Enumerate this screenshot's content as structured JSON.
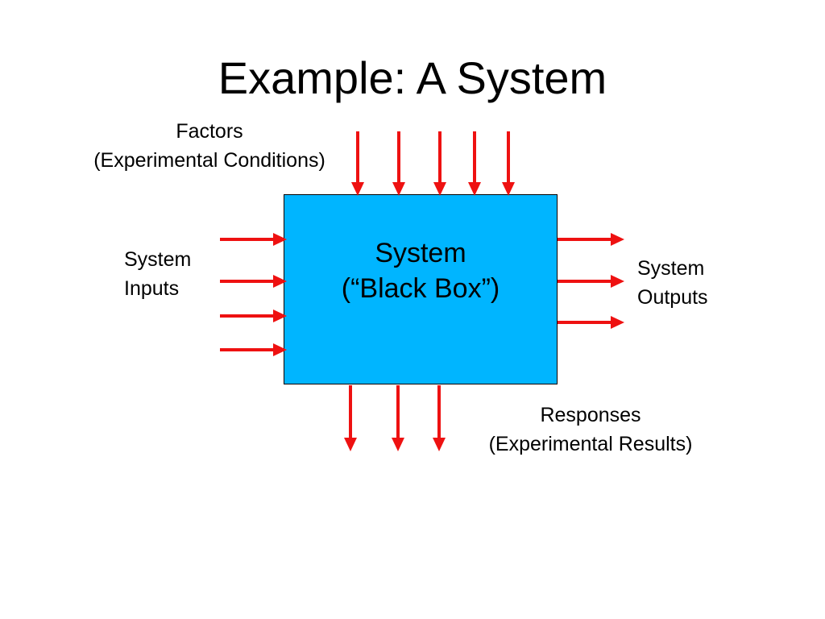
{
  "slide": {
    "title": "Example: A System",
    "factors_label": [
      "Factors",
      "(Experimental Conditions)"
    ],
    "inputs_label": [
      "System",
      "Inputs"
    ],
    "box_label": [
      "System",
      "(“Black Box”)"
    ],
    "outputs_label": [
      "System",
      "Outputs"
    ],
    "responses_label": [
      "Responses",
      "(Experimental Results)"
    ]
  },
  "diagram": {
    "arrow_color": "#ee1111",
    "box_color": "#00b5ff",
    "factor_arrow_count": 5,
    "input_arrow_count": 4,
    "output_arrow_count": 3,
    "response_arrow_count": 3
  }
}
